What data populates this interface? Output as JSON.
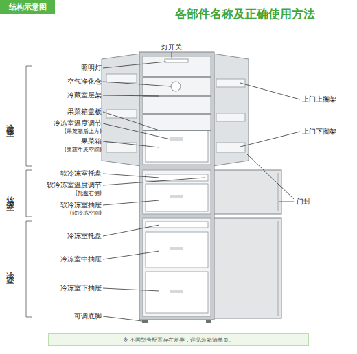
{
  "diagram": {
    "title": "各部件名称及正确使用方法",
    "nodes": [
      {
        "text": [
          "结构示意图"
        ]
      },
      {
        "text": [
          "※ 不同型号配置存在差异，详见装箱清单页。"
        ]
      }
    ],
    "labels": [
      "灯开关",
      "照明灯",
      "空气净化仓",
      "冷藏室层架",
      "果菜箱盖板",
      "冷冻室温度调节",
      "(果菜箱后上方)",
      "果菜箱",
      "(果蔬生态空间)",
      "软冷冻室托盘",
      "软冷冻室温度调节",
      "(托盘右侧)",
      "软冷冻室抽屉",
      "(软冷冻空间)",
      "冷冻室托盘",
      "冷冻室中抽屉",
      "冷冻室下抽屉",
      "可调底脚",
      "上门上搁架",
      "上门下搁架",
      "门封",
      "冷藏室",
      "软冷冻室",
      "冷冻室"
    ]
  }
}
